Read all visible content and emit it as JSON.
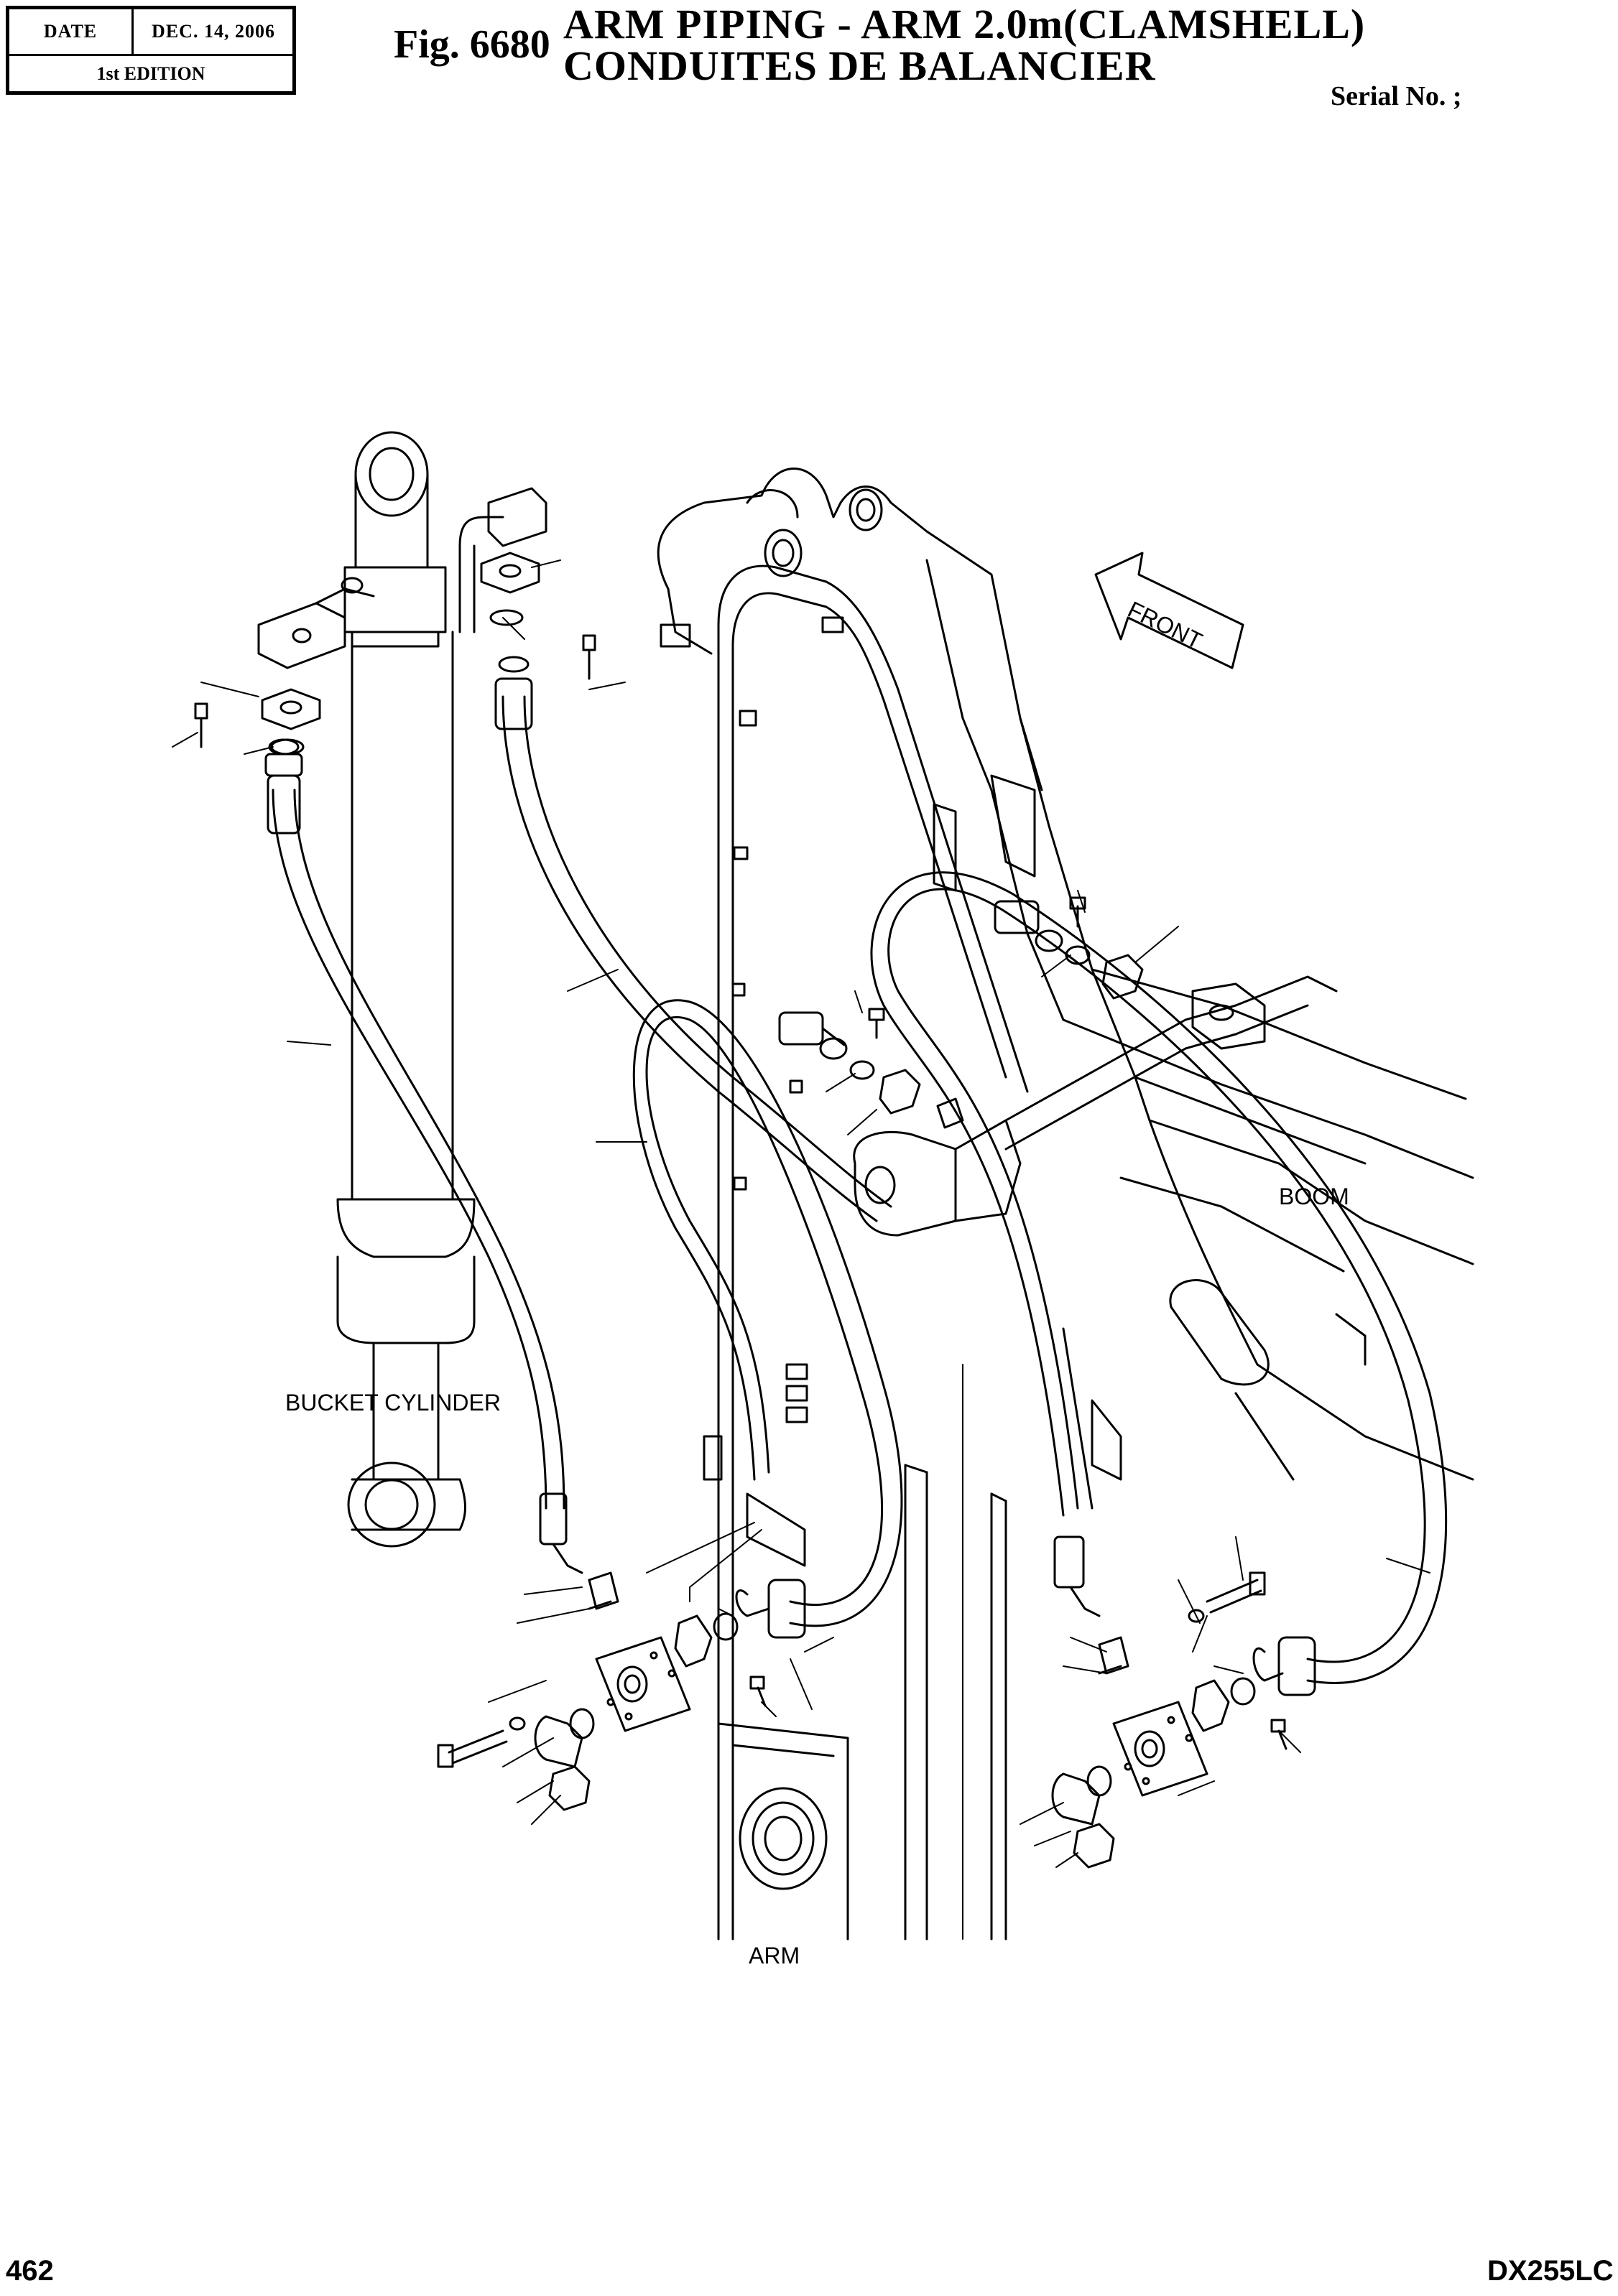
{
  "header": {
    "date_label": "DATE",
    "date_value": "DEC. 14, 2006",
    "edition": "1st EDITION",
    "figure_number": "Fig. 6680",
    "title_en": "ARM PIPING - ARM 2.0m(CLAMSHELL)",
    "title_fr": "CONDUITES DE BALANCIER",
    "serial": "Serial No. ;"
  },
  "diagram": {
    "labels": {
      "front": "FRONT",
      "boom": "BOOM",
      "bucket_cylinder": "BUCKET CYLINDER",
      "arm": "ARM"
    }
  },
  "footer": {
    "page_number": "462",
    "model": "DX255LC"
  }
}
